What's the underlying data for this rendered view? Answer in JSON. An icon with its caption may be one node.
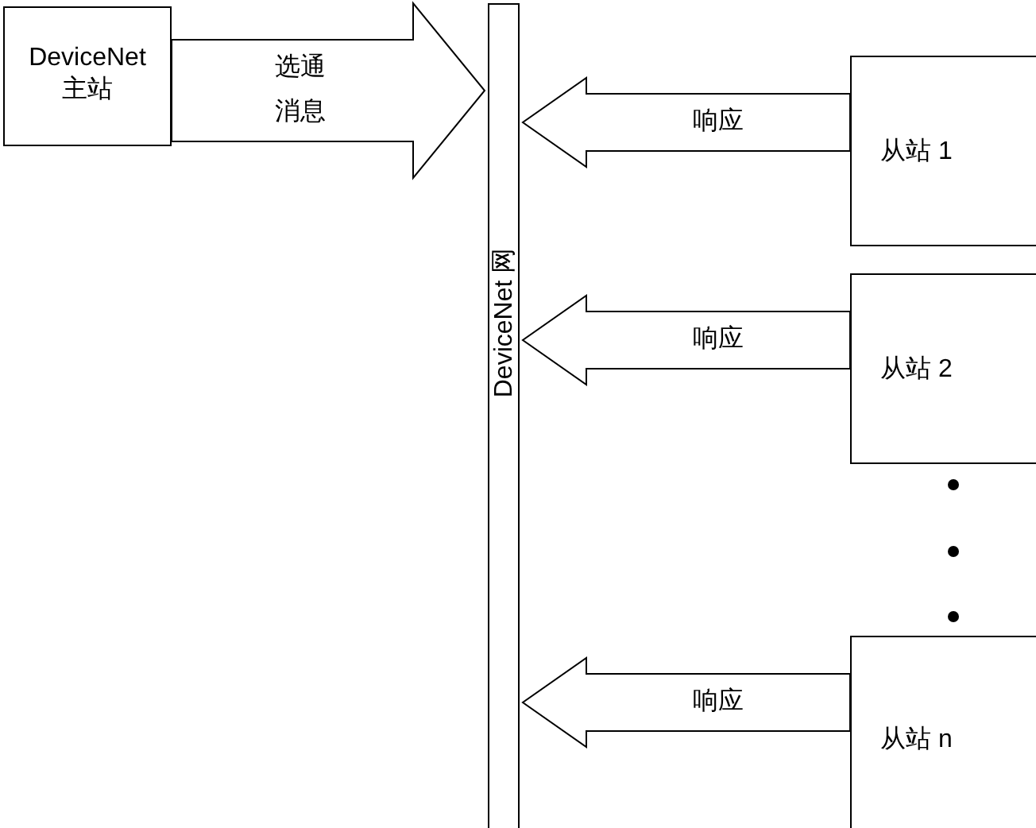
{
  "diagram": {
    "nodes": [
      {
        "text": [
          "DeviceNet 主站"
        ]
      },
      {
        "text": [
          "DeviceNet 网"
        ]
      },
      {
        "text": [
          "从站 1"
        ]
      },
      {
        "text": [
          "从站 2"
        ]
      },
      {
        "text": [
          "从站 n"
        ]
      }
    ],
    "edges": [
      {
        "from": 0,
        "to": 1,
        "arrow": "to",
        "label": "选通消息"
      },
      {
        "from": 2,
        "to": 1,
        "arrow": "to",
        "label": "响应"
      },
      {
        "from": 3,
        "to": 1,
        "arrow": "to",
        "label": "响应"
      },
      {
        "from": 4,
        "to": 1,
        "arrow": "to",
        "label": "响应"
      }
    ]
  }
}
